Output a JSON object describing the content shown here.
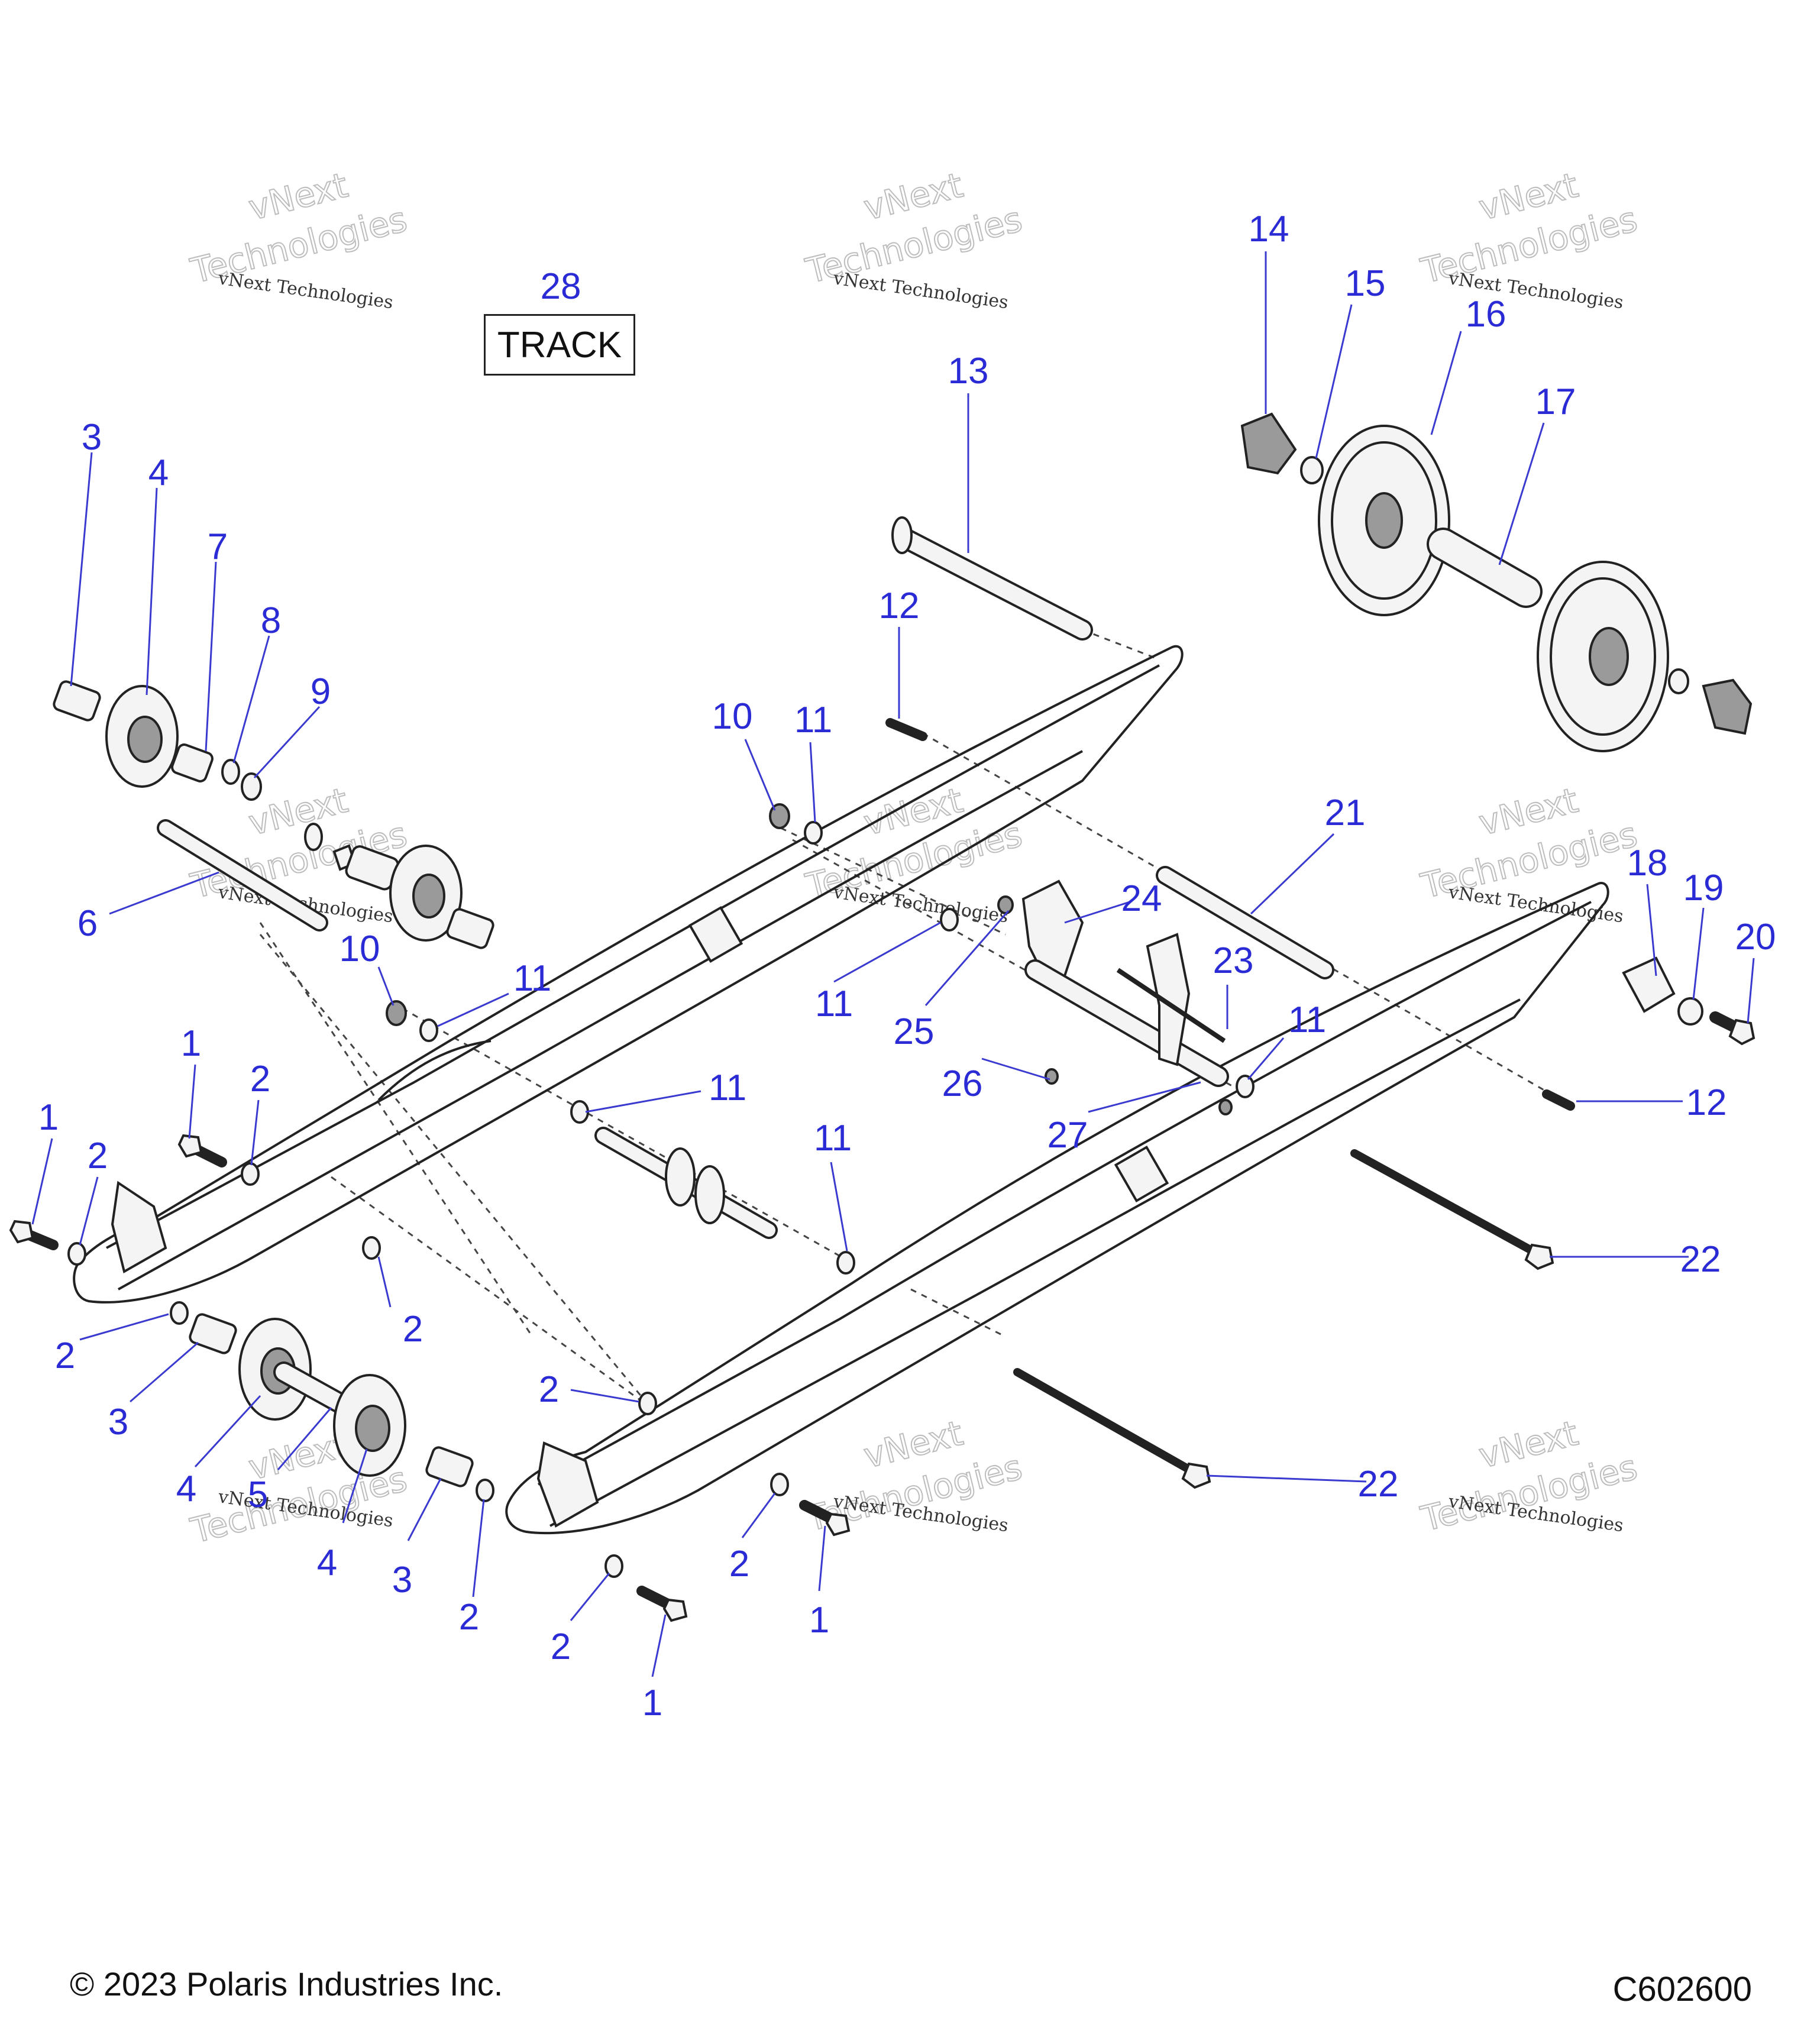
{
  "track_label": "TRACK",
  "copyright": "© 2023 Polaris Industries Inc.",
  "figure_code": "C602600",
  "watermark": {
    "line1": "vNext Technologies",
    "line2": "Technologies",
    "line3": "vNext"
  },
  "callouts": [
    "1",
    "2",
    "3",
    "4",
    "5",
    "6",
    "7",
    "8",
    "9",
    "10",
    "11",
    "12",
    "13",
    "14",
    "15",
    "16",
    "17",
    "18",
    "19",
    "20",
    "21",
    "22",
    "23",
    "24",
    "25",
    "26",
    "27",
    "28"
  ]
}
